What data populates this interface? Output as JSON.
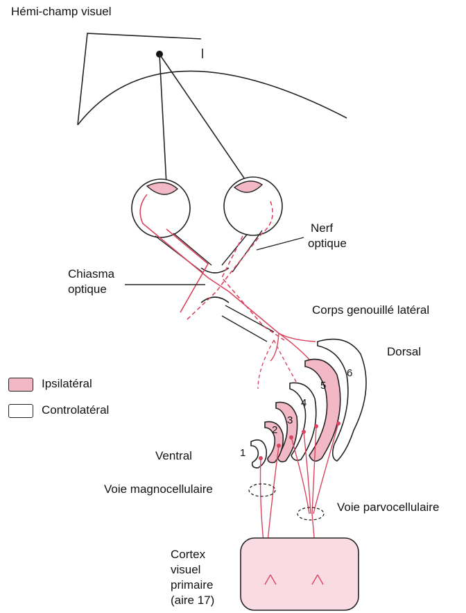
{
  "labels": {
    "hemifield": "Hémi-champ visuel",
    "optic_nerve_1": "Nerf",
    "optic_nerve_2": "optique",
    "chiasm_1": "Chiasma",
    "chiasm_2": "optique",
    "lgn": "Corps genouillé latéral",
    "dorsal": "Dorsal",
    "ventral": "Ventral",
    "magno": "Voie magnocellulaire",
    "parvo": "Voie parvocellulaire",
    "cortex_1": "Cortex",
    "cortex_2": "visuel",
    "cortex_3": "primaire",
    "cortex_4": "(aire 17)"
  },
  "legend": [
    {
      "label": "Ipsilatéral",
      "color": "#f2b8c6"
    },
    {
      "label": "Controlatéral",
      "color": "#ffffff"
    }
  ],
  "layers": [
    "1",
    "2",
    "3",
    "4",
    "5",
    "6"
  ],
  "colors": {
    "pathway": "#d9435e",
    "ipsilateral_fill": "#f2b8c6",
    "contralateral_fill": "#ffffff",
    "outline": "#222222",
    "cortex_fill": "#f8dbe3"
  }
}
